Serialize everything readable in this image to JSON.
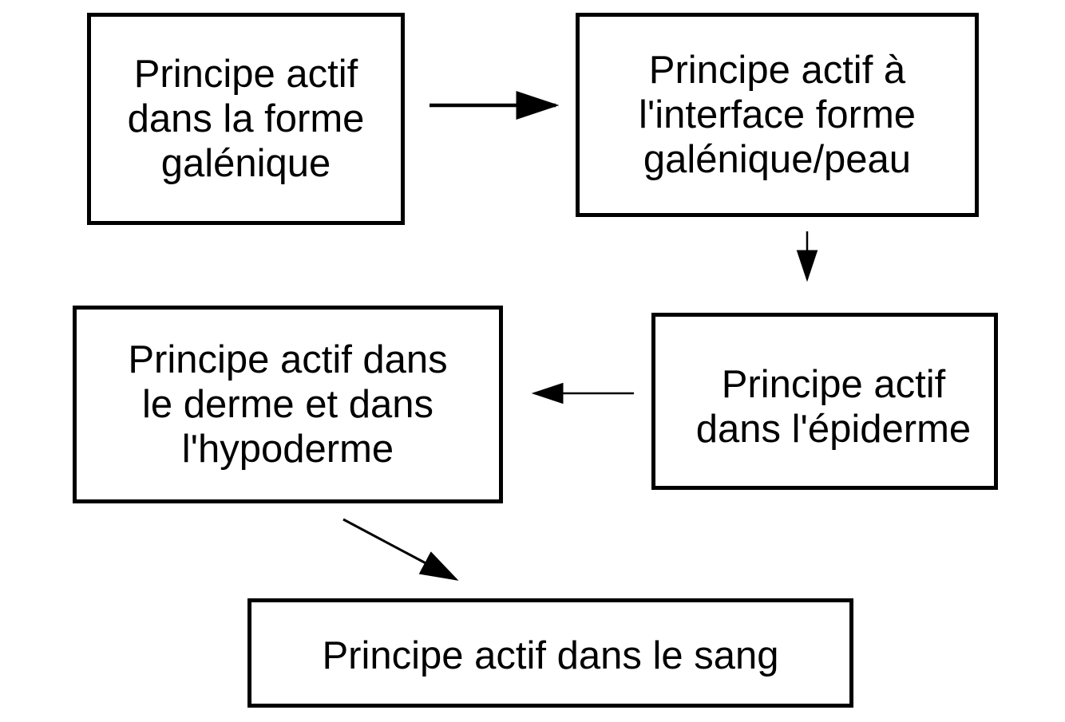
{
  "nodes": {
    "forme_galenique": {
      "label": "Principe actif\ndans la forme\ngalénique"
    },
    "interface": {
      "label": "Principe actif à\nl'interface forme\ngalénique/peau"
    },
    "epiderme": {
      "label": "Principe actif\ndans l'épiderme"
    },
    "derme_hypoderme": {
      "label": "Principe actif dans\nle derme et dans\nl'hypoderme"
    },
    "sang": {
      "label": "Principe actif dans le sang"
    }
  },
  "edges": [
    {
      "from": "forme_galenique",
      "to": "interface"
    },
    {
      "from": "interface",
      "to": "epiderme"
    },
    {
      "from": "epiderme",
      "to": "derme_hypoderme"
    },
    {
      "from": "derme_hypoderme",
      "to": "sang"
    }
  ],
  "colors": {
    "stroke": "#000000",
    "background": "#ffffff"
  }
}
